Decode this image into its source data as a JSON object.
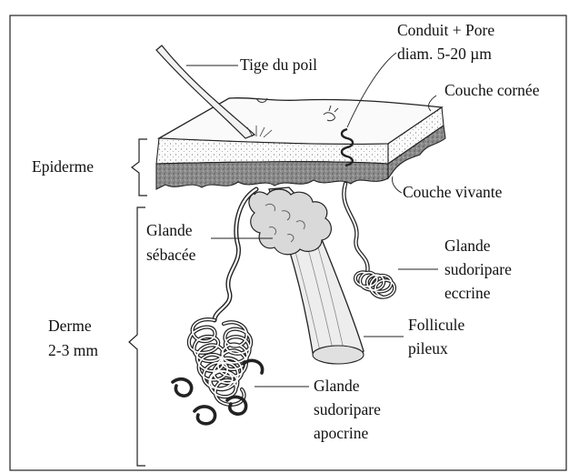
{
  "diagram": {
    "labels": {
      "hair_shaft": "Tige du poil",
      "duct_line1": "Conduit + Pore",
      "duct_line2": "diam. 5-20 µm",
      "stratum_corneum": "Couche cornée",
      "epidermis": "Epiderme",
      "living_layer": "Couche vivante",
      "sebaceous_line1": "Glande",
      "sebaceous_line2": "sébacée",
      "eccrine_line1": "Glande",
      "eccrine_line2": "sudoripare",
      "eccrine_line3": "eccrine",
      "dermis_line1": "Derme",
      "dermis_line2": "2-3 mm",
      "follicle_line1": "Follicule",
      "follicle_line2": "pileux",
      "apocrine_line1": "Glande",
      "apocrine_line2": "sudoripare",
      "apocrine_line3": "apocrine"
    }
  }
}
